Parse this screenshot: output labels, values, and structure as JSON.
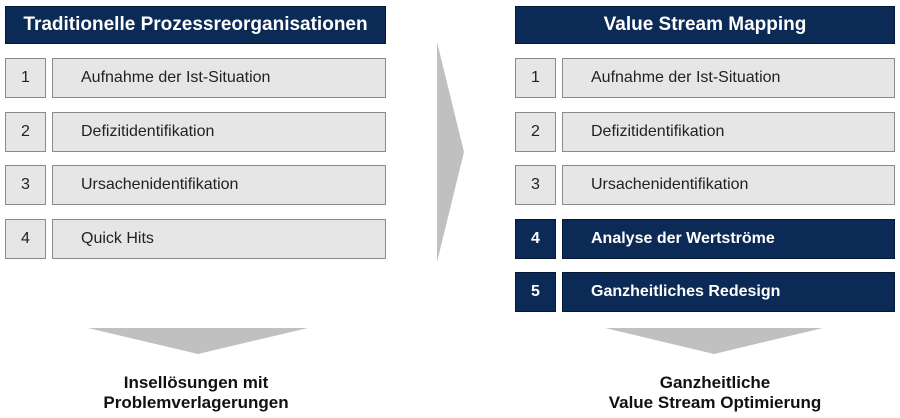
{
  "left_panel": {
    "title": "Traditionelle Prozessreorganisationen",
    "steps": [
      {
        "number": "1",
        "label": "Aufnahme der Ist-Situation"
      },
      {
        "number": "2",
        "label": "Defizitidentifikation"
      },
      {
        "number": "3",
        "label": "Ursachenidentifikation"
      },
      {
        "number": "4",
        "label": "Quick Hits"
      }
    ],
    "result_line1": "Insellösungen mit",
    "result_line2": "Problemverlagerungen"
  },
  "right_panel": {
    "title": "Value Stream Mapping",
    "steps": [
      {
        "number": "1",
        "label": "Aufnahme der Ist-Situation"
      },
      {
        "number": "2",
        "label": "Defizitidentifikation"
      },
      {
        "number": "3",
        "label": "Ursachenidentifikation"
      },
      {
        "number": "4",
        "label": "Analyse der Wertströme"
      },
      {
        "number": "5",
        "label": "Ganzheitliches Redesign"
      }
    ],
    "result_line1": "Ganzheitliche",
    "result_line2": "Value Stream Optimierung"
  },
  "colors": {
    "header_bg": "#0b2a55",
    "step_bg": "#e6e6e6",
    "arrow_gray": "#c0c0c0"
  }
}
